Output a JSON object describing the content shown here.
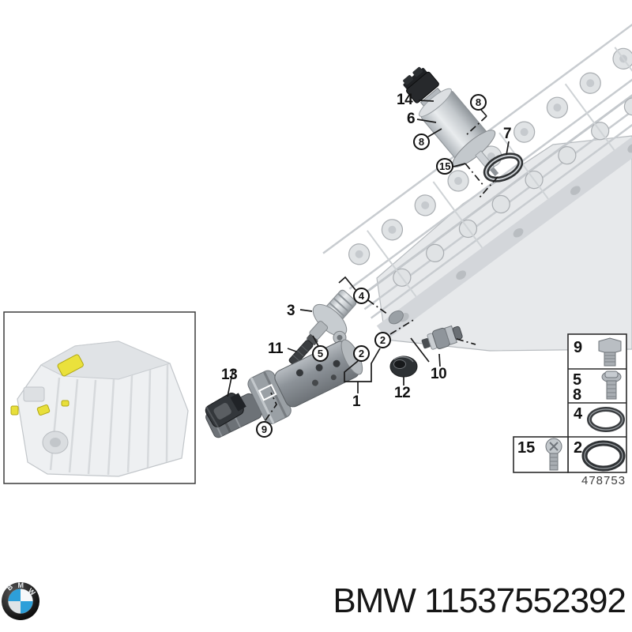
{
  "diagram": {
    "callouts": {
      "c1": "1",
      "c2": "2",
      "c3": "3",
      "c4": "4",
      "c5": "5",
      "c6": "6",
      "c7": "7",
      "c8": "8",
      "c9": "9",
      "c10": "10",
      "c11": "11",
      "c12": "12",
      "c13": "13",
      "c14": "14",
      "c15": "15"
    },
    "highlight_color": "#e9e03c",
    "catalog_number": "478753"
  },
  "legend": {
    "items": [
      {
        "ref": "9",
        "icon": "hex-bolt-icon"
      },
      {
        "ref": "5",
        "icon": "flange-bolt-icon"
      },
      {
        "ref": "8",
        "icon": "flange-bolt-icon"
      },
      {
        "ref": "4",
        "icon": "o-ring-small-icon"
      },
      {
        "ref": "15",
        "icon": "screw-icon"
      },
      {
        "ref": "2",
        "icon": "o-ring-large-icon"
      }
    ]
  },
  "footer": {
    "label": "BMW 11537552392",
    "logo": {
      "letters": [
        "B",
        "M",
        "W"
      ],
      "blue": "#2d9fd9",
      "ring": "#111111"
    }
  }
}
